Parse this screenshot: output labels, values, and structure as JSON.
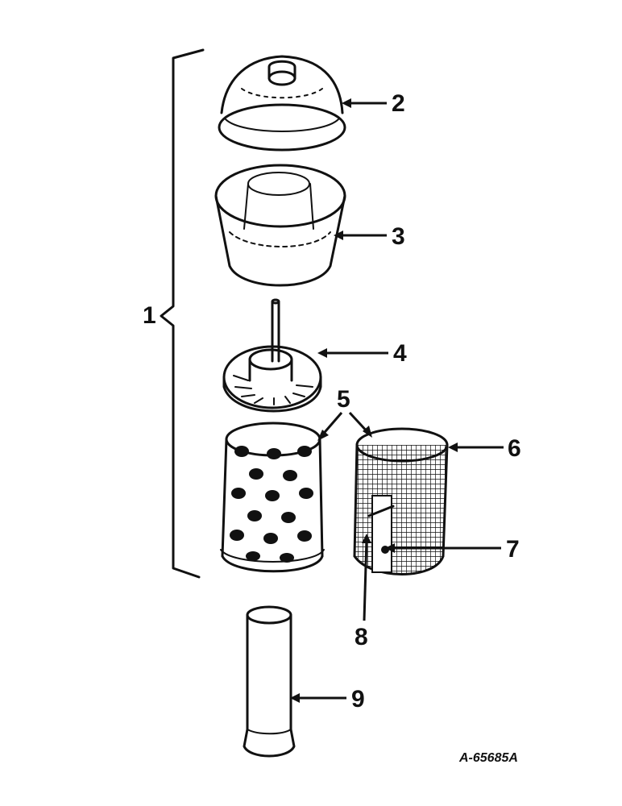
{
  "figure": {
    "reference_code": "A-65685A",
    "callouts": [
      "1",
      "2",
      "3",
      "4",
      "5",
      "6",
      "7",
      "8",
      "9"
    ]
  },
  "colors": {
    "ink": "#111111",
    "paper": "#ffffff"
  }
}
